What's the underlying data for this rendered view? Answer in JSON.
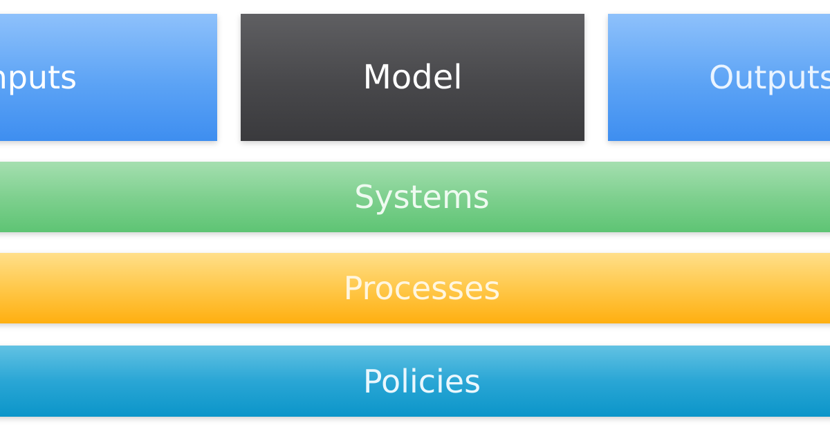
{
  "top_row": {
    "inputs_label": "Inputs",
    "model_label": "Model",
    "outputs_label": "Outputs"
  },
  "layers": {
    "systems_label": "Systems",
    "processes_label": "Processes",
    "policies_label": "Policies"
  },
  "colors": {
    "inputs_outputs_blue": "#5ca3f5",
    "model_dark_gray": "#48484b",
    "systems_green": "#7fd08f",
    "processes_orange": "#ffc84a",
    "policies_teal": "#2aa6d5"
  }
}
